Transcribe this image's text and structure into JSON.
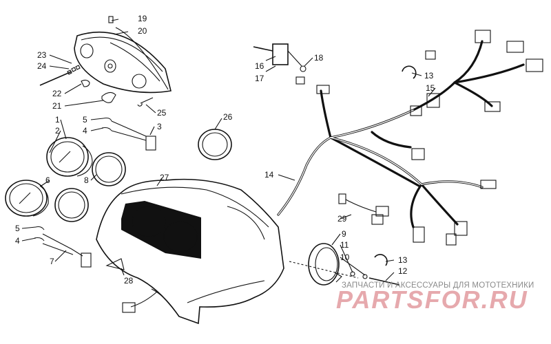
{
  "callouts": [
    {
      "id": "c19",
      "text": "19"
    },
    {
      "id": "c20",
      "text": "20"
    },
    {
      "id": "c23",
      "text": "23"
    },
    {
      "id": "c24",
      "text": "24"
    },
    {
      "id": "c22",
      "text": "22"
    },
    {
      "id": "c21",
      "text": "21"
    },
    {
      "id": "c25",
      "text": "25"
    },
    {
      "id": "c26",
      "text": "26"
    },
    {
      "id": "c1",
      "text": "1"
    },
    {
      "id": "c2",
      "text": "2"
    },
    {
      "id": "c5a",
      "text": "5"
    },
    {
      "id": "c4a",
      "text": "4"
    },
    {
      "id": "c3",
      "text": "3"
    },
    {
      "id": "c8",
      "text": "8"
    },
    {
      "id": "c27",
      "text": "27"
    },
    {
      "id": "c6",
      "text": "6"
    },
    {
      "id": "c5b",
      "text": "5"
    },
    {
      "id": "c4b",
      "text": "4"
    },
    {
      "id": "c7",
      "text": "7"
    },
    {
      "id": "c28",
      "text": "28"
    },
    {
      "id": "c16",
      "text": "16"
    },
    {
      "id": "c17",
      "text": "17"
    },
    {
      "id": "c18",
      "text": "18"
    },
    {
      "id": "c13a",
      "text": "13"
    },
    {
      "id": "c15",
      "text": "15"
    },
    {
      "id": "c14",
      "text": "14"
    },
    {
      "id": "c29",
      "text": "29"
    },
    {
      "id": "c9",
      "text": "9"
    },
    {
      "id": "c11",
      "text": "11"
    },
    {
      "id": "c10",
      "text": "10"
    },
    {
      "id": "c13b",
      "text": "13"
    },
    {
      "id": "c12",
      "text": "12"
    }
  ],
  "watermark": {
    "tagline": "ЗАПЧАСТИ И АКСЕССУАРЫ ДЛЯ МОТОТЕХНИКИ",
    "brand": "PARTSFOR.RU",
    "brand_color": "#e6a9ad"
  }
}
